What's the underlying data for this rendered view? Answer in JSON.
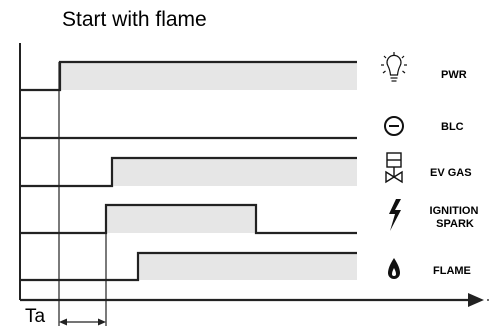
{
  "title": "Start with flame",
  "signals": [
    {
      "label": "PWR",
      "icon": "light-bulb-icon"
    },
    {
      "label": "BLC",
      "icon": "minus-circle-icon"
    },
    {
      "label": "EV GAS",
      "icon": "gas-valve-icon"
    },
    {
      "label_line1": "IGNITION",
      "label_line2": "SPARK",
      "icon": "lightning-bolt-icon"
    },
    {
      "label": "FLAME",
      "icon": "flame-icon"
    }
  ],
  "time_marker": "Ta",
  "colors": {
    "line": "#222222",
    "active_fill": "#e6e6e6"
  }
}
